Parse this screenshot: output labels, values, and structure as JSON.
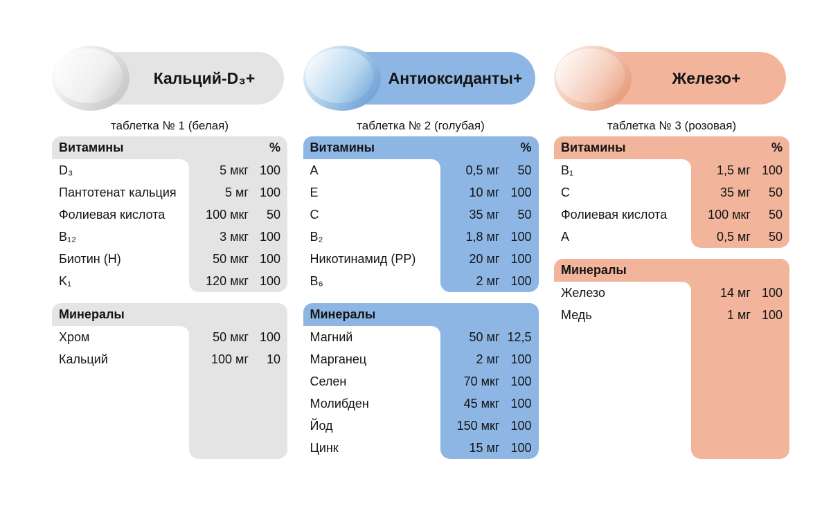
{
  "columns": [
    {
      "id": "calcium-d3",
      "title": "Кальций-D₃+",
      "subtitle": "таблетка № 1 (белая)",
      "accent": "#e4e4e4",
      "tablet": {
        "light": "#ffffff",
        "dark": "#c8c8c8",
        "base": "#efefef"
      },
      "sections": [
        {
          "title": "Витамины",
          "percent_symbol": "%",
          "extend": false,
          "rows": [
            {
              "name": "D₃",
              "amount": "5 мкг",
              "percent": "100"
            },
            {
              "name": "Пантотенат кальция",
              "amount": "5 мг",
              "percent": "100"
            },
            {
              "name": "Фолиевая кислота",
              "amount": "100 мкг",
              "percent": "50"
            },
            {
              "name": "B₁₂",
              "amount": "3 мкг",
              "percent": "100"
            },
            {
              "name": "Биотин (Н)",
              "amount": "50 мкг",
              "percent": "100"
            },
            {
              "name": "K₁",
              "amount": "120 мкг",
              "percent": "100"
            }
          ]
        },
        {
          "title": "Минералы",
          "percent_symbol": "",
          "extend": true,
          "rows": [
            {
              "name": "Хром",
              "amount": "50 мкг",
              "percent": "100"
            },
            {
              "name": "Кальций",
              "amount": "100 мг",
              "percent": "10"
            }
          ]
        }
      ]
    },
    {
      "id": "antioxidants",
      "title": "Антиоксиданты+",
      "subtitle": "таблетка № 2 (голубая)",
      "accent": "#8db6e4",
      "tablet": {
        "light": "#e8f3fb",
        "dark": "#6fa3d6",
        "base": "#b7d7f0"
      },
      "sections": [
        {
          "title": "Витамины",
          "percent_symbol": "%",
          "extend": false,
          "rows": [
            {
              "name": "A",
              "amount": "0,5 мг",
              "percent": "50"
            },
            {
              "name": "E",
              "amount": "10 мг",
              "percent": "100"
            },
            {
              "name": "C",
              "amount": "35 мг",
              "percent": "50"
            },
            {
              "name": "B₂",
              "amount": "1,8 мг",
              "percent": "100"
            },
            {
              "name": "Никотинамид (РР)",
              "amount": "20 мг",
              "percent": "100"
            },
            {
              "name": "B₆",
              "amount": "2 мг",
              "percent": "100"
            }
          ]
        },
        {
          "title": "Минералы",
          "percent_symbol": "",
          "extend": false,
          "rows": [
            {
              "name": "Магний",
              "amount": "50 мг",
              "percent": "12,5"
            },
            {
              "name": "Марганец",
              "amount": "2 мг",
              "percent": "100"
            },
            {
              "name": "Селен",
              "amount": "70 мкг",
              "percent": "100"
            },
            {
              "name": "Молибден",
              "amount": "45 мкг",
              "percent": "100"
            },
            {
              "name": "Йод",
              "amount": "150 мкг",
              "percent": "100"
            },
            {
              "name": "Цинк",
              "amount": "15 мг",
              "percent": "100"
            }
          ]
        }
      ]
    },
    {
      "id": "iron",
      "title": "Железо+",
      "subtitle": "таблетка № 3 (розовая)",
      "accent": "#f2b59b",
      "tablet": {
        "light": "#fdeee6",
        "dark": "#e79d7f",
        "base": "#f6cdbb"
      },
      "sections": [
        {
          "title": "Витамины",
          "percent_symbol": "%",
          "extend": false,
          "rows": [
            {
              "name": "B₁",
              "amount": "1,5 мг",
              "percent": "100"
            },
            {
              "name": "C",
              "amount": "35 мг",
              "percent": "50"
            },
            {
              "name": "Фолиевая кислота",
              "amount": "100 мкг",
              "percent": "50"
            },
            {
              "name": "A",
              "amount": "0,5 мг",
              "percent": "50"
            }
          ]
        },
        {
          "title": "Минералы",
          "percent_symbol": "",
          "extend": true,
          "rows": [
            {
              "name": "Железо",
              "amount": "14 мг",
              "percent": "100"
            },
            {
              "name": "Медь",
              "amount": "1 мг",
              "percent": "100"
            }
          ]
        }
      ]
    }
  ]
}
